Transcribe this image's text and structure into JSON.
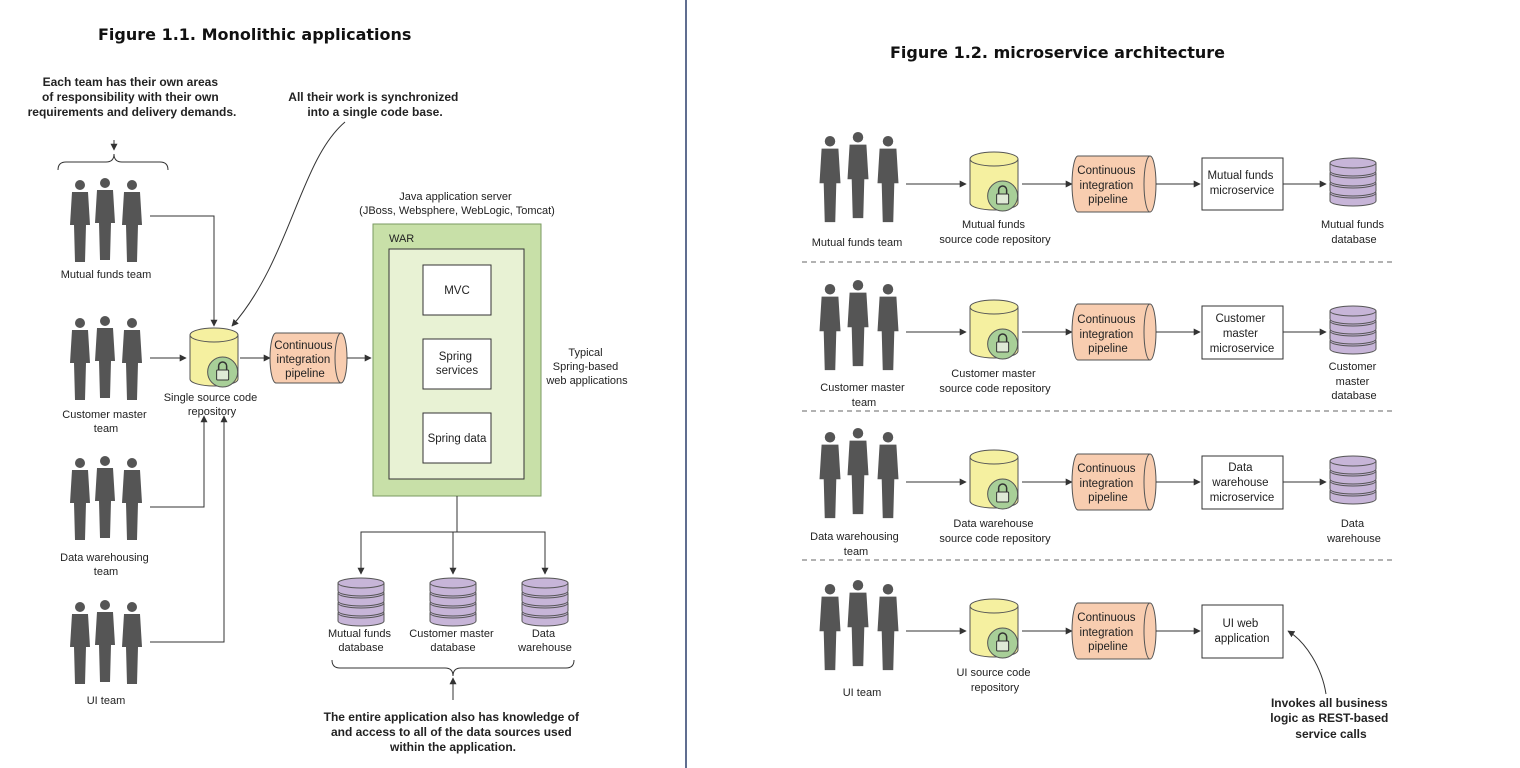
{
  "figure1": {
    "title": "Figure 1.1. Monolithic applications",
    "note_teams": [
      "Each team has their own areas",
      "of responsibility with their own",
      "requirements and delivery demands."
    ],
    "note_sync": [
      "All their work is synchronized",
      "into a single code base."
    ],
    "teams": [
      {
        "label": [
          "Mutual funds team"
        ]
      },
      {
        "label": [
          "Customer master",
          "team"
        ]
      },
      {
        "label": [
          "Data warehousing",
          "team"
        ]
      },
      {
        "label": [
          "UI team"
        ]
      }
    ],
    "repo": [
      "Single source code",
      "repository"
    ],
    "pipeline": [
      "Continuous",
      "integration",
      "pipeline"
    ],
    "server": [
      "Java application server",
      "(JBoss, Websphere, WebLogic, Tomcat)"
    ],
    "war": "WAR",
    "modules": [
      [
        "MVC"
      ],
      [
        "Spring",
        "services"
      ],
      [
        "Spring data"
      ]
    ],
    "typical": [
      "Typical",
      "Spring-based",
      "web applications"
    ],
    "databases": [
      {
        "label": [
          "Mutual funds",
          "database"
        ]
      },
      {
        "label": [
          "Customer master",
          "database"
        ]
      },
      {
        "label": [
          "Data",
          "warehouse"
        ]
      }
    ],
    "note_data": [
      "The entire application also has knowledge of",
      "and access to all of the data sources used",
      "within the application."
    ]
  },
  "figure2": {
    "title": "Figure 1.2. microservice architecture",
    "rows": [
      {
        "team": [
          "Mutual funds team"
        ],
        "repo": [
          "Mutual funds",
          "source code repository"
        ],
        "pipeline": [
          "Continuous",
          "integration",
          "pipeline"
        ],
        "service": [
          "Mutual funds",
          "microservice"
        ],
        "database": [
          "Mutual funds",
          "database"
        ]
      },
      {
        "team": [
          "Customer master",
          "team"
        ],
        "repo": [
          "Customer master",
          "source code repository"
        ],
        "pipeline": [
          "Continuous",
          "integration",
          "pipeline"
        ],
        "service": [
          "Customer",
          "master",
          "microservice"
        ],
        "database": [
          "Customer",
          "master",
          "database"
        ]
      },
      {
        "team": [
          "Data warehousing",
          "team"
        ],
        "repo": [
          "Data warehouse",
          "source code repository"
        ],
        "pipeline": [
          "Continuous",
          "integration",
          "pipeline"
        ],
        "service": [
          "Data",
          "warehouse",
          "microservice"
        ],
        "database": [
          "Data",
          "warehouse"
        ]
      },
      {
        "team": [
          "UI team"
        ],
        "repo": [
          "UI source code",
          "repository"
        ],
        "pipeline": [
          "Continuous",
          "integration",
          "pipeline"
        ],
        "service": [
          "UI web",
          "application"
        ],
        "database": null
      }
    ],
    "note_rest": [
      "Invokes all business",
      "logic as REST-based",
      "service calls"
    ]
  },
  "colors": {
    "repo_fill": "#f5f0a0",
    "lock_fill": "#a8cf98",
    "pipeline_fill": "#f8cdb0",
    "database_fill": "#c7b5d8",
    "server_fill": "#c8e0a8",
    "war_fill": "#e8f2d4",
    "person": "#555555",
    "divider": "#666666"
  }
}
